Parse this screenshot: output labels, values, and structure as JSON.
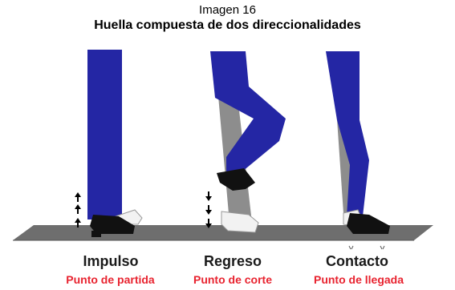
{
  "caption": {
    "line1": "Imagen 16",
    "line2": "Huella compuesta de dos direccionalidades"
  },
  "phases": [
    {
      "title": "Impulso",
      "subtitle": "Punto de partida",
      "arrows": "up"
    },
    {
      "title": "Regreso",
      "subtitle": "Punto de corte",
      "arrows": "down"
    },
    {
      "title": "Contacto",
      "subtitle": "Punto de llegada",
      "arrows": "none"
    }
  ],
  "colors": {
    "trouser": "#2426a4",
    "shadow_leg": "#8d8d8d",
    "floor": "#6e6e6e",
    "shoe": "#111111",
    "subtitle": "#e8232f"
  }
}
